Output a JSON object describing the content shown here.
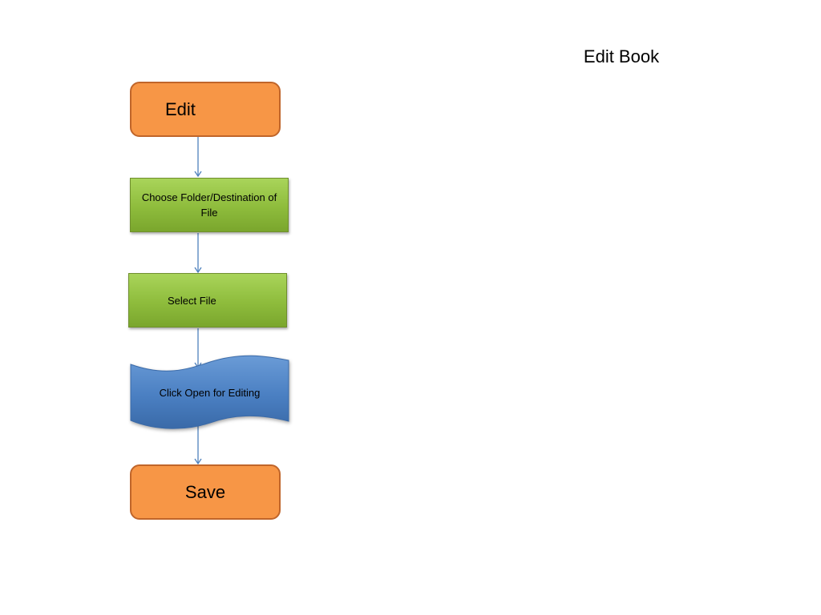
{
  "title": "Edit Book",
  "nodes": {
    "edit": "Edit",
    "choose_folder": "Choose Folder/Destination of File",
    "select_file": "Select File",
    "click_open": "Click Open for Editing",
    "save": "Save"
  },
  "colors": {
    "terminal_fill": "#f79646",
    "process_fill": "#92c142",
    "document_fill": "#4f81bd",
    "arrow": "#4f81bd"
  },
  "shapes": {
    "edit": "rounded-rectangle",
    "choose_folder": "rectangle",
    "select_file": "rectangle",
    "click_open": "punched-tape",
    "save": "rounded-rectangle"
  }
}
